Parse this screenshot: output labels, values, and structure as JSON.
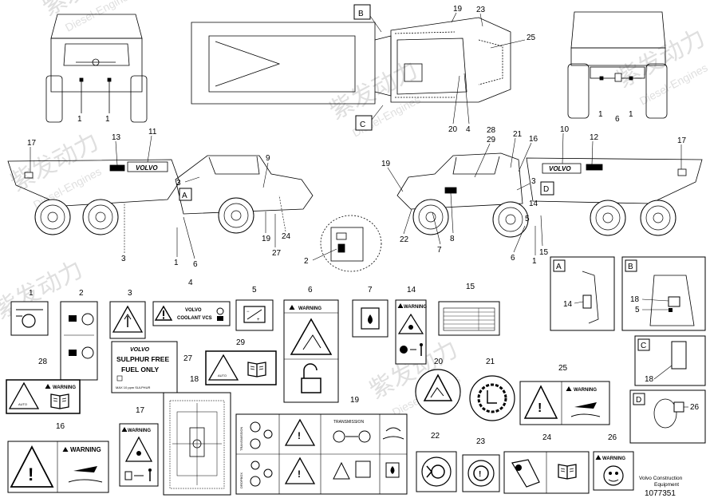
{
  "watermark": {
    "cn": "紫发动力",
    "en": "Diesel-Engines"
  },
  "views": {
    "front_labels": [
      "1",
      "1"
    ],
    "top_labels": {
      "b": "B",
      "c": "C",
      "n19": "19",
      "n23": "23",
      "n25": "25",
      "n20": "20",
      "n4": "4"
    },
    "rear_labels": [
      "1",
      "6",
      "1"
    ],
    "left_side": {
      "n17": "17",
      "n13": "13",
      "n11": "11",
      "n3a": "3",
      "n9": "9",
      "a": "A",
      "n19": "19",
      "n27": "27",
      "n24": "24",
      "n3b": "3",
      "n1": "1",
      "n6": "6",
      "brand": "VOLVO"
    },
    "right_side": {
      "n28": "28",
      "n29": "29",
      "n21": "21",
      "n16": "16",
      "n10": "10",
      "n12": "12",
      "n17": "17",
      "n19": "19",
      "n3": "3",
      "d": "D",
      "n14": "14",
      "n22": "22",
      "n7": "7",
      "n8": "8",
      "n5": "5",
      "n6": "6",
      "n1": "1",
      "n15": "15",
      "brand": "VOLVO"
    },
    "inset": {
      "n2": "2"
    }
  },
  "details": {
    "a": {
      "letter": "A",
      "n14": "14"
    },
    "b": {
      "letter": "B",
      "n18": "18",
      "n5": "5"
    },
    "c": {
      "letter": "C",
      "n18": "18"
    },
    "d": {
      "letter": "D",
      "n26": "26"
    }
  },
  "decals": {
    "d1": {
      "num": "1"
    },
    "d2": {
      "num": "2"
    },
    "d3": {
      "num": "3"
    },
    "d4": {
      "num": "4",
      "line1": "VOLVO",
      "line2": "COOLANT VCS"
    },
    "d5": {
      "num": "5"
    },
    "d6": {
      "num": "6",
      "warning": "WARNING"
    },
    "d7": {
      "num": "7"
    },
    "d14": {
      "num": "14",
      "warning": "WARNING"
    },
    "d15": {
      "num": "15"
    },
    "d27": {
      "num": "27",
      "brand": "VOLVO",
      "line1": "SULPHUR FREE",
      "line2": "FUEL ONLY",
      "small": "MAX 10 ppm SULPHUR"
    },
    "d28": {
      "num": "28",
      "warning": "WARNING",
      "auto": "AUTO"
    },
    "d29": {
      "num": "29",
      "auto": "AUTO"
    },
    "d18": {
      "num": "18"
    },
    "d19": {
      "num": "19",
      "transmission": "TRANSMISSION",
      "side1": "TRANSMISSION",
      "side2": "DROPBOX"
    },
    "d20": {
      "num": "20"
    },
    "d21": {
      "num": "21"
    },
    "d25": {
      "num": "25",
      "warning": "WARNING"
    },
    "d16": {
      "num": "16",
      "warning": "WARNING"
    },
    "d17": {
      "num": "17",
      "warning": "WARNING"
    },
    "d22": {
      "num": "22"
    },
    "d23": {
      "num": "23"
    },
    "d24": {
      "num": "24"
    },
    "d26": {
      "num": "26",
      "warning": "WARNING"
    }
  },
  "footer": {
    "company_line1": "Volvo Construction",
    "company_line2": "Equipment",
    "doc_number": "1077351"
  }
}
